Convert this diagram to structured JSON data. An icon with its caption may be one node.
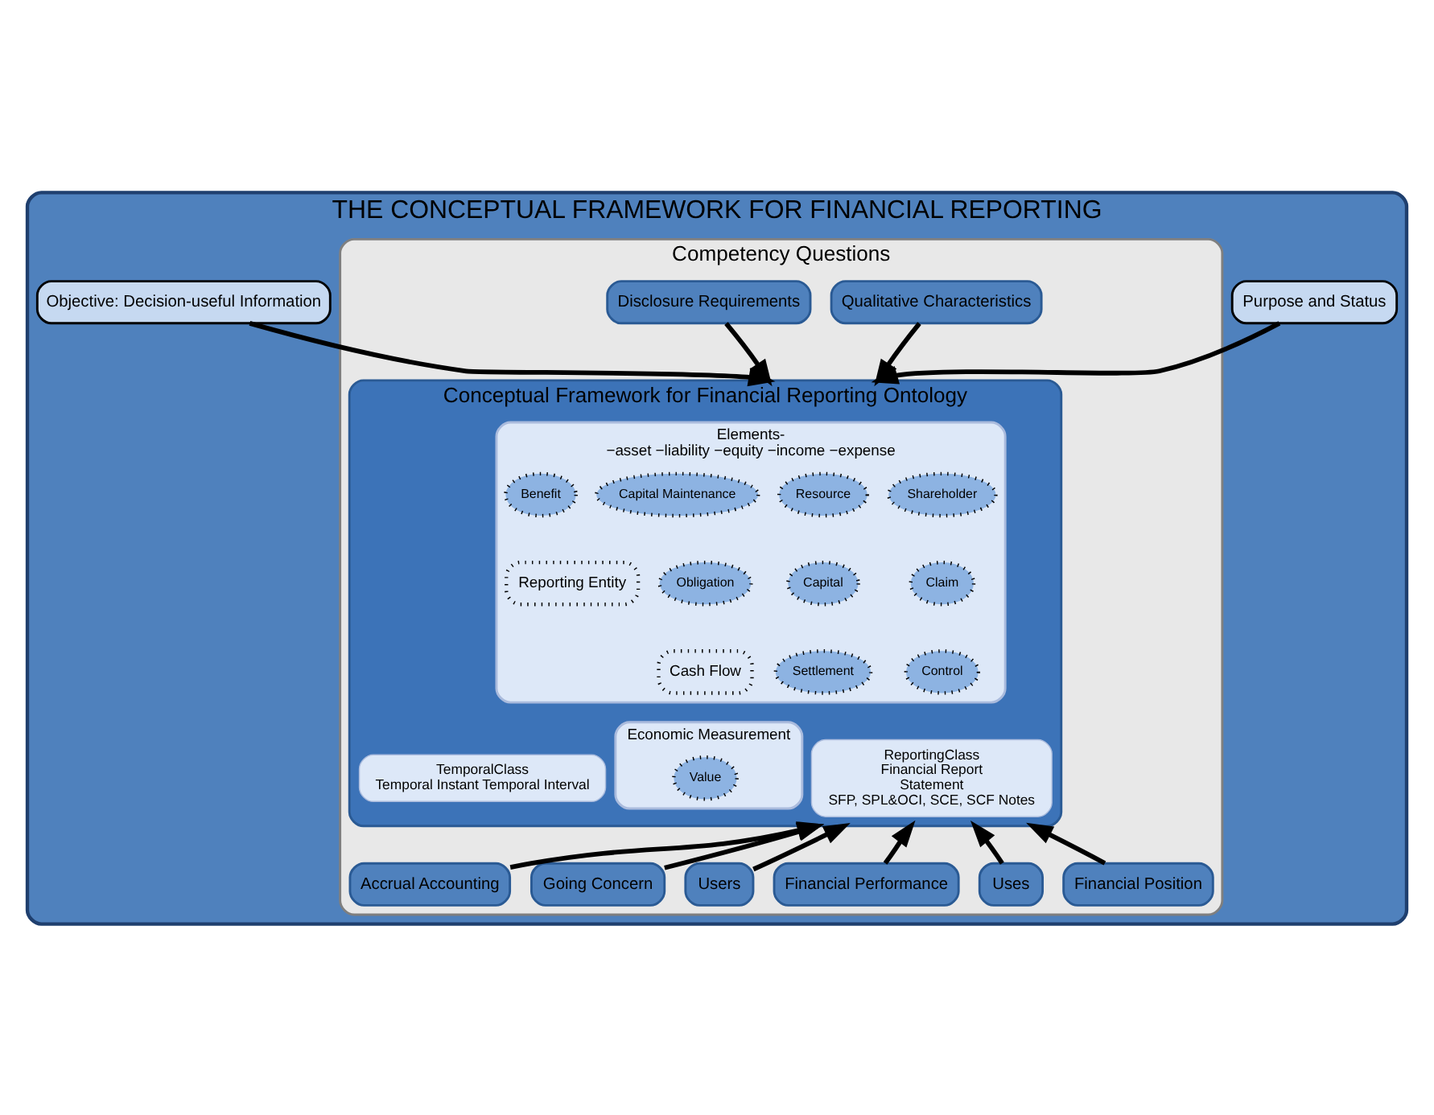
{
  "diagram": {
    "nodes": [
      {
        "text": [
          "THE CONCEPTUAL FRAMEWORK FOR FINANCIAL REPORTING"
        ]
      },
      {
        "text": [
          "Competency Questions"
        ],
        "in": 0
      },
      {
        "text": [
          "Conceptual Framework for Financial Reporting Ontology"
        ],
        "in": 1
      },
      {
        "text": [
          "Elements-",
          "−asset −liability −equity −income −expense"
        ],
        "in": 2
      },
      {
        "text": [
          "Shareholder"
        ],
        "in": 3
      },
      {
        "text": [
          "Resource"
        ],
        "in": 3
      },
      {
        "text": [
          "Capital Maintenance"
        ],
        "in": 3
      },
      {
        "text": [
          "Claim"
        ],
        "in": 3
      },
      {
        "text": [
          "Capital"
        ],
        "in": 3
      },
      {
        "text": [
          "Obligation"
        ],
        "in": 3
      },
      {
        "text": [
          "Benefit"
        ],
        "in": 3
      },
      {
        "text": [
          "Control"
        ],
        "in": 3
      },
      {
        "text": [
          "Settlement"
        ],
        "in": 3
      },
      {
        "text": [
          "Cash Flow"
        ],
        "in": 3
      },
      {
        "text": [
          "Reporting Entity"
        ],
        "in": 3
      },
      {
        "text": [
          "TemporalClass",
          "Temporal Instant Temporal Interval"
        ],
        "in": 2
      },
      {
        "text": [
          "Economic Measurement"
        ],
        "in": 2
      },
      {
        "text": [
          "Value"
        ],
        "in": 16
      },
      {
        "text": [
          "ReportingClass",
          "Financial Report",
          "Statement",
          "SFP, SPL&OCI, SCE, SCF Notes"
        ],
        "in": 2
      },
      {
        "text": [
          "Purpose and Status"
        ],
        "in": 0
      },
      {
        "text": [
          "Qualitative Characteristics"
        ],
        "in": 1
      },
      {
        "text": [
          "Disclosure Requirements"
        ],
        "in": 1
      },
      {
        "text": [
          "Objective: Decision-useful Information"
        ],
        "in": 0
      },
      {
        "text": [
          "Accrual Accounting"
        ],
        "in": 1
      },
      {
        "text": [
          "Going Concern"
        ],
        "in": 1
      },
      {
        "text": [
          "Users"
        ],
        "in": 1
      },
      {
        "text": [
          "Financial Performance"
        ],
        "in": 1
      },
      {
        "text": [
          "Uses"
        ],
        "in": 1
      },
      {
        "text": [
          "Financial Position"
        ],
        "in": 1
      }
    ],
    "edges": [
      {
        "from": 19,
        "to": 2,
        "arrow": "to"
      },
      {
        "from": 20,
        "to": 2,
        "arrow": "to"
      },
      {
        "from": 21,
        "to": 2,
        "arrow": "to"
      },
      {
        "from": 22,
        "to": 2,
        "arrow": "to"
      },
      {
        "from": 23,
        "to": 2,
        "arrow": "to"
      },
      {
        "from": 24,
        "to": 2,
        "arrow": "to"
      },
      {
        "from": 25,
        "to": 2,
        "arrow": "to"
      },
      {
        "from": 26,
        "to": 2,
        "arrow": "to"
      },
      {
        "from": 27,
        "to": 2,
        "arrow": "to"
      },
      {
        "from": 28,
        "to": 2,
        "arrow": "to"
      }
    ]
  }
}
